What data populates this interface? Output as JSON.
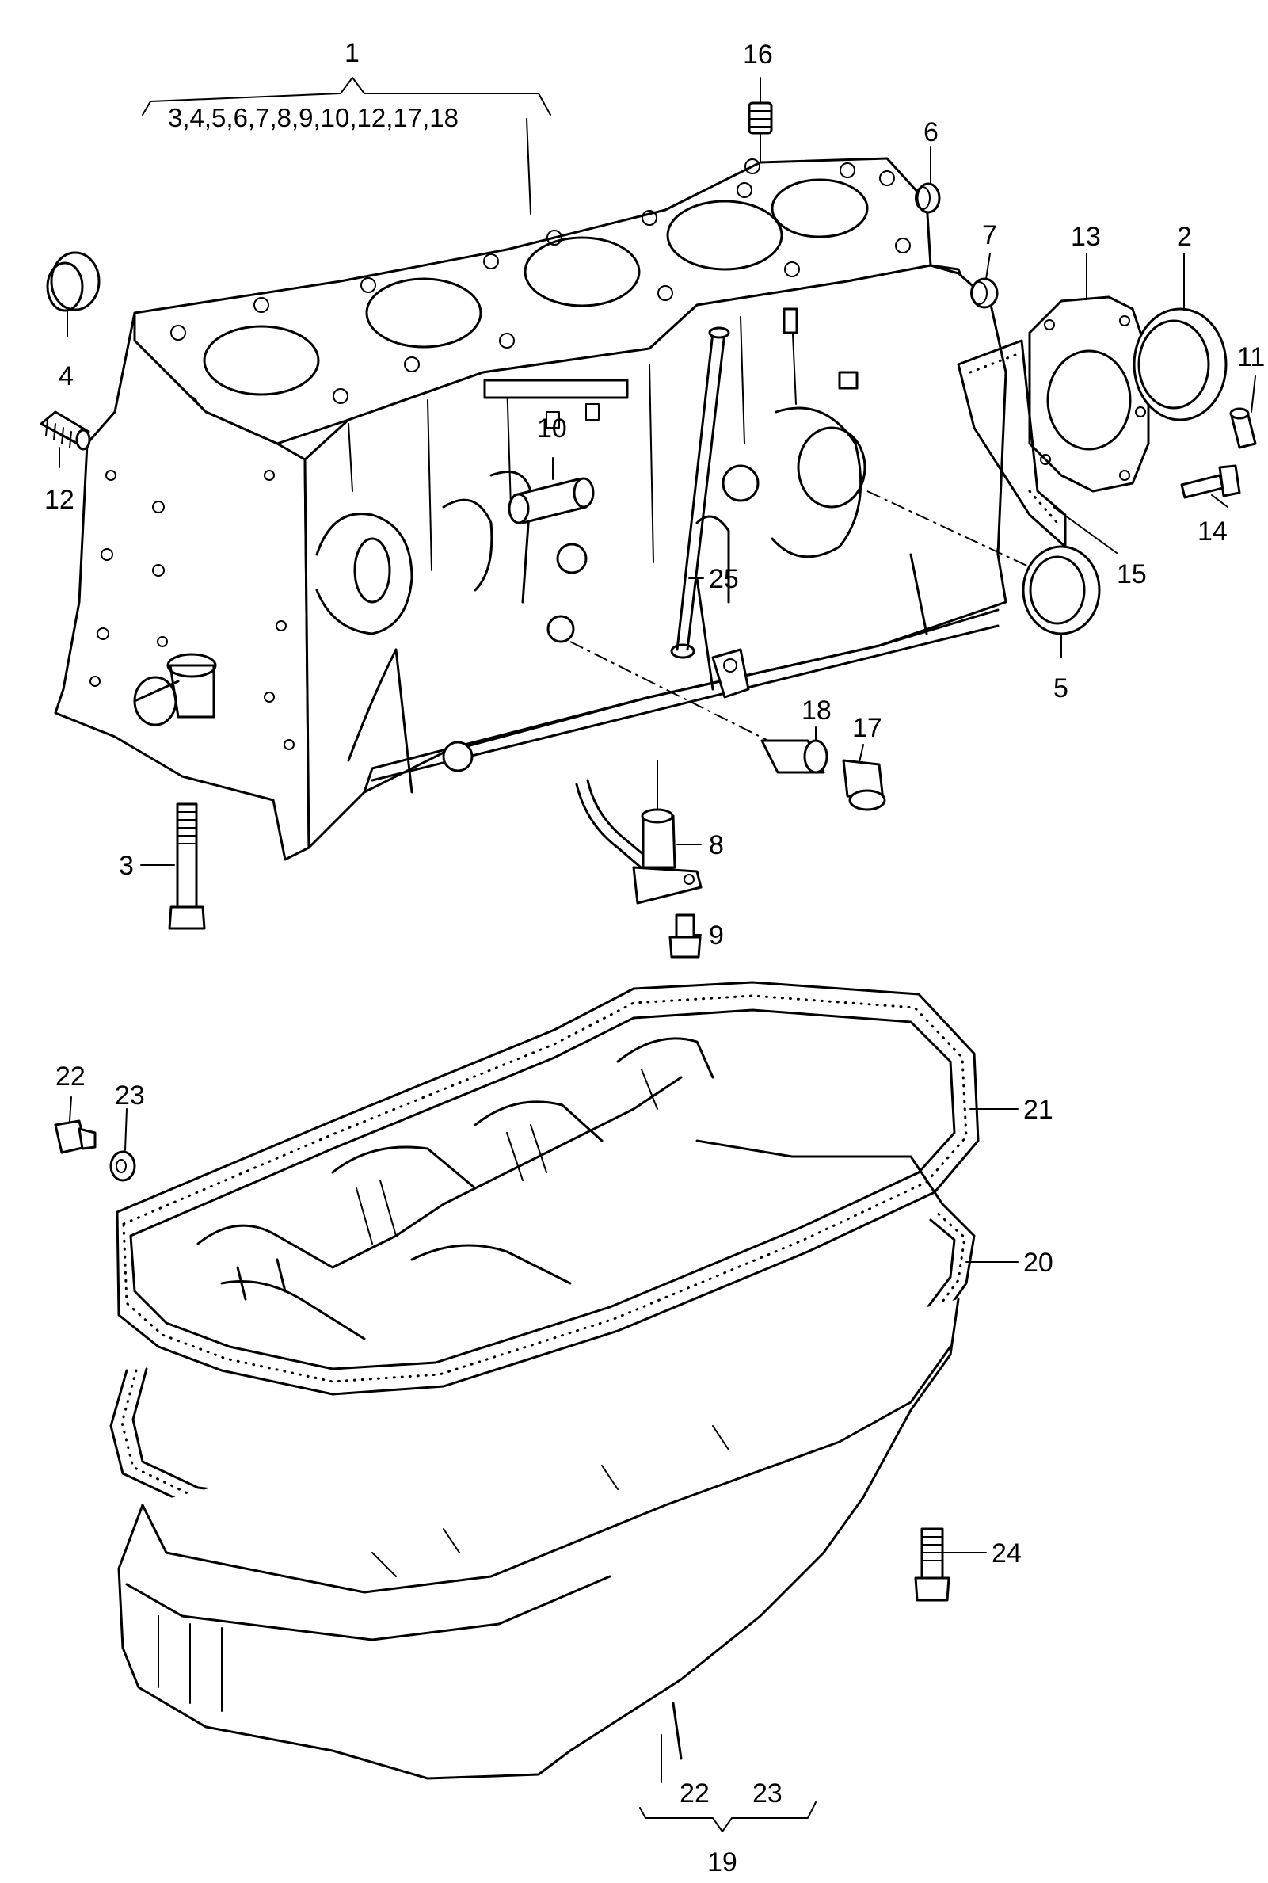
{
  "callouts": {
    "c1": "1",
    "c1_group": "3,4,5,6,7,8,9,10,12,17,18",
    "c2": "2",
    "c3": "3",
    "c4": "4",
    "c5": "5",
    "c6": "6",
    "c7": "7",
    "c8": "8",
    "c9": "9",
    "c10": "10",
    "c11": "11",
    "c12": "12",
    "c13": "13",
    "c14": "14",
    "c15": "15",
    "c16": "16",
    "c17": "17",
    "c18": "18",
    "c19": "19",
    "c19_group_a": "22",
    "c19_group_b": "23",
    "c20": "20",
    "c21": "21",
    "c22": "22",
    "c23": "23",
    "c24": "24",
    "c25": "25"
  },
  "colors": {
    "ink": "#000000",
    "paper": "#ffffff"
  }
}
